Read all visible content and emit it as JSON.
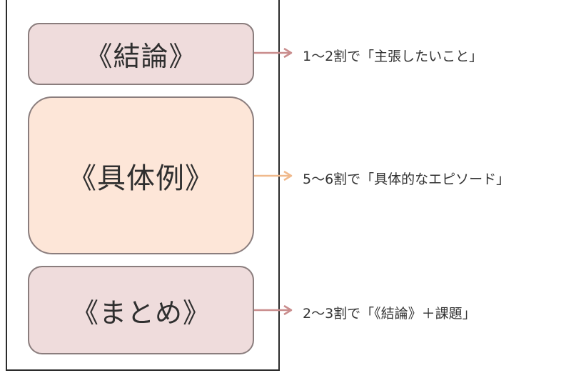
{
  "boxes": {
    "conclusion": "《結論》",
    "example": "《具体例》",
    "summary": "《まとめ》"
  },
  "notes": {
    "conclusion": "1〜2割で「主張したいこと」",
    "example": "5〜6割で「具体的なエピソード」",
    "summary": "2〜3割で「《結論》＋課題」"
  },
  "colors": {
    "pink_fill": "#efdcdc",
    "peach_fill": "#fde6d8",
    "pink_arrow": "#c98c8c",
    "peach_arrow": "#f0b98c",
    "border": "#8a7d7d"
  }
}
